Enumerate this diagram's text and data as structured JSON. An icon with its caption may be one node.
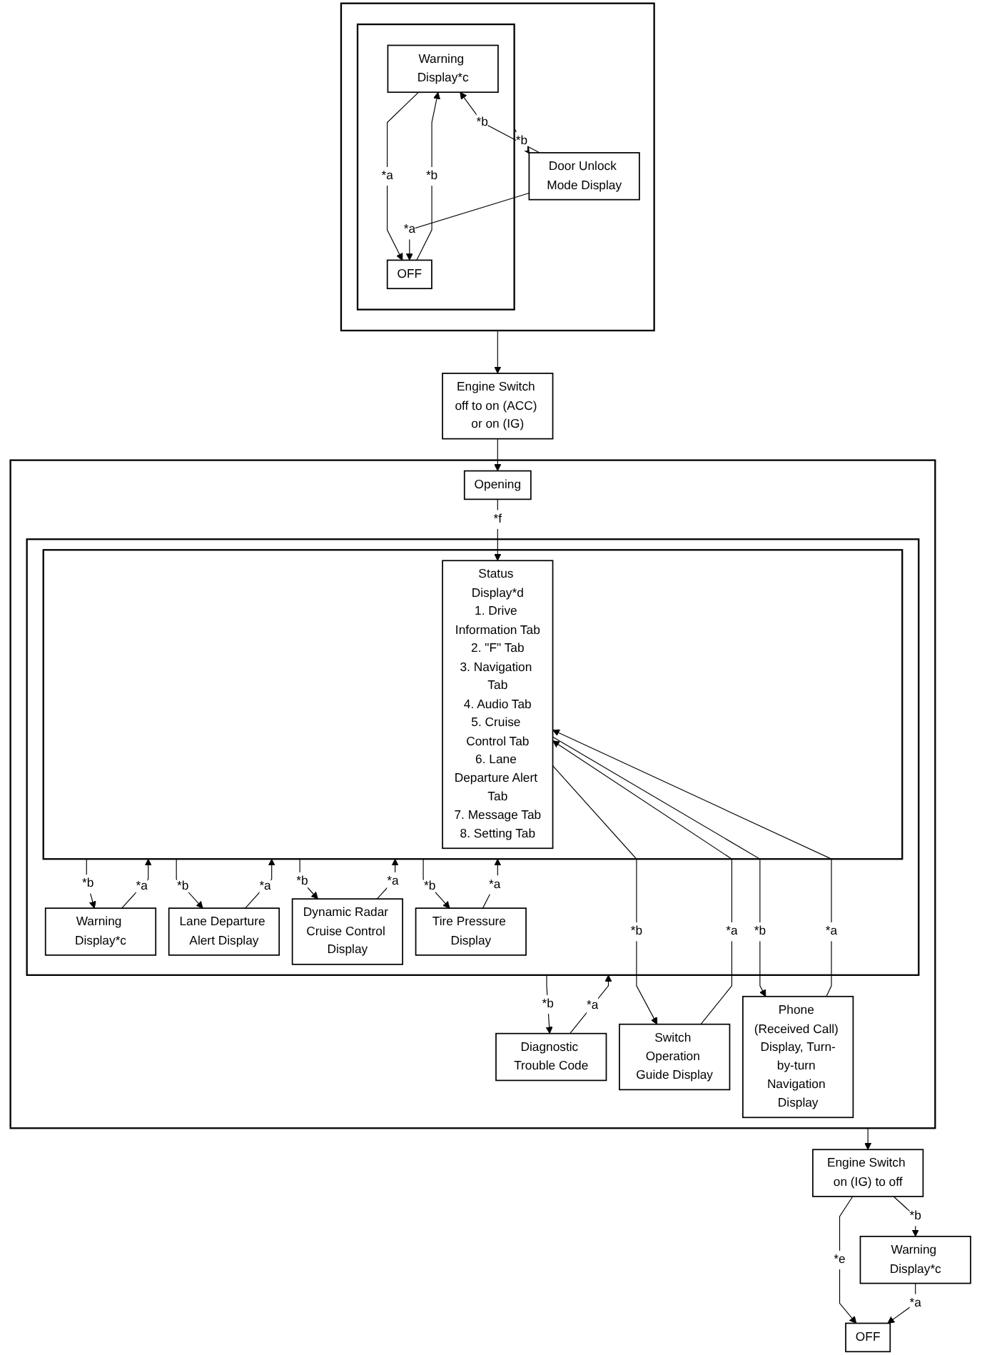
{
  "diagram": {
    "nodes": [
      {
        "text": [],
        "shape": "box"
      },
      {
        "text": [],
        "shape": "box",
        "in": 0
      },
      {
        "text": [
          "Warning Display*c"
        ],
        "in": 1
      },
      {
        "text": [
          "OFF"
        ],
        "in": 1
      },
      {
        "text": [
          "Door Unlock Mode Display"
        ],
        "in": 0
      },
      {
        "text": [
          "Engine Switch off to on (ACC) or on (IG)"
        ]
      },
      {
        "text": [],
        "shape": "box"
      },
      {
        "text": [
          "Opening"
        ],
        "in": 6
      },
      {
        "text": [
          "Diagnostic Trouble Code"
        ],
        "in": 6
      },
      {
        "text": [
          "Switch Operation Guide Display"
        ],
        "in": 6
      },
      {
        "text": [
          "Phone (Received Call) Display, Turn-by-turn Navigation Display"
        ],
        "in": 6
      },
      {
        "text": [],
        "shape": "box",
        "in": 6
      },
      {
        "text": [],
        "shape": "box",
        "in": 11
      },
      {
        "text": [
          "Status Display*d",
          "1. Drive Information Tab",
          "2. \"F\" Tab",
          "3. Navigation Tab",
          "4. Audio Tab",
          "5. Cruise Control Tab",
          "6. Lane Departure Alert Tab",
          "7. Message Tab",
          "8. Setting Tab"
        ],
        "in": 12
      },
      {
        "text": [
          "Warning Display*c"
        ],
        "in": 11
      },
      {
        "text": [
          "Lane Departure Alert Display"
        ],
        "in": 11
      },
      {
        "text": [
          "Dynamic Radar Cruise Control Display"
        ],
        "in": 11
      },
      {
        "text": [
          "Tire Pressure Display"
        ],
        "in": 11
      },
      {
        "text": [
          "Warning Display*c"
        ]
      },
      {
        "text": [
          "Engine Switch on (IG) to off"
        ]
      },
      {
        "text": [
          "OFF"
        ]
      }
    ],
    "edges": [
      {
        "from": 4,
        "to": 2,
        "arrow": "to",
        "label": "*b"
      },
      {
        "from": 2,
        "to": 3,
        "arrow": "to",
        "label": "*a"
      },
      {
        "from": 4,
        "to": 3,
        "arrow": "to",
        "label": "*a"
      },
      {
        "from": 3,
        "to": 2,
        "arrow": "to",
        "label": "*b"
      },
      {
        "from": 1,
        "to": 4,
        "arrow": "to",
        "label": "*b"
      },
      {
        "from": 0,
        "to": 5,
        "arrow": "to"
      },
      {
        "from": 5,
        "to": 7,
        "arrow": "to"
      },
      {
        "from": 7,
        "to": 13,
        "arrow": "to",
        "label": "*f"
      },
      {
        "from": 8,
        "to": 11,
        "arrow": "to",
        "label": "*a"
      },
      {
        "from": 11,
        "to": 8,
        "arrow": "to",
        "label": "*b"
      },
      {
        "from": 14,
        "to": 12,
        "arrow": "to",
        "label": "*a"
      },
      {
        "from": 12,
        "to": 14,
        "arrow": "to",
        "label": "*b"
      },
      {
        "from": 9,
        "to": 13,
        "arrow": "to",
        "label": "*a"
      },
      {
        "from": 13,
        "to": 9,
        "arrow": "to",
        "label": "*b"
      },
      {
        "from": 15,
        "to": 12,
        "arrow": "to",
        "label": "*a"
      },
      {
        "from": 12,
        "to": 15,
        "arrow": "to",
        "label": "*b"
      },
      {
        "from": 16,
        "to": 12,
        "arrow": "to",
        "label": "*a"
      },
      {
        "from": 12,
        "to": 16,
        "arrow": "to",
        "label": "*b"
      },
      {
        "from": 10,
        "to": 13,
        "arrow": "to",
        "label": "*a"
      },
      {
        "from": 13,
        "to": 10,
        "arrow": "to",
        "label": "*b"
      },
      {
        "from": 17,
        "to": 12,
        "arrow": "to",
        "label": "*a"
      },
      {
        "from": 12,
        "to": 17,
        "arrow": "to",
        "label": "*b"
      },
      {
        "from": 6,
        "to": 19,
        "arrow": "to"
      },
      {
        "from": 19,
        "to": 18,
        "arrow": "to",
        "label": "*b"
      },
      {
        "from": 19,
        "to": 20,
        "arrow": "to",
        "label": "*e"
      },
      {
        "from": 18,
        "to": 20,
        "arrow": "to",
        "label": "*a"
      }
    ]
  }
}
